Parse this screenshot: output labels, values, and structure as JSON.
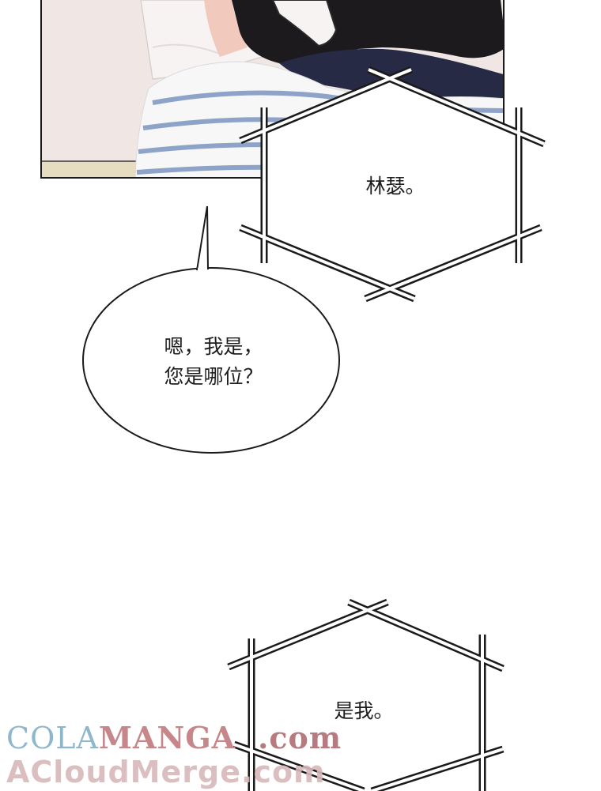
{
  "panel": {
    "illustration": "woman-on-phone-lying-down"
  },
  "bubbles": {
    "caller_text": "林瑟。",
    "reply_lines": [
      "嗯，我是，",
      "您是哪位？"
    ],
    "second_caller_text": "是我。"
  },
  "watermark": {
    "cola": "COLA",
    "manga": "MANGA",
    "dotcom": ".com",
    "line2": "ACloudMerge.com"
  },
  "colors": {
    "background": "#ffffff",
    "outline": "#1a1a1a",
    "stripe": "#8ea3c8",
    "hair": "#1c1a1c",
    "collar": "#262a44",
    "watermark_blue": "#8fb7cc",
    "watermark_pink": "#c6868a"
  }
}
